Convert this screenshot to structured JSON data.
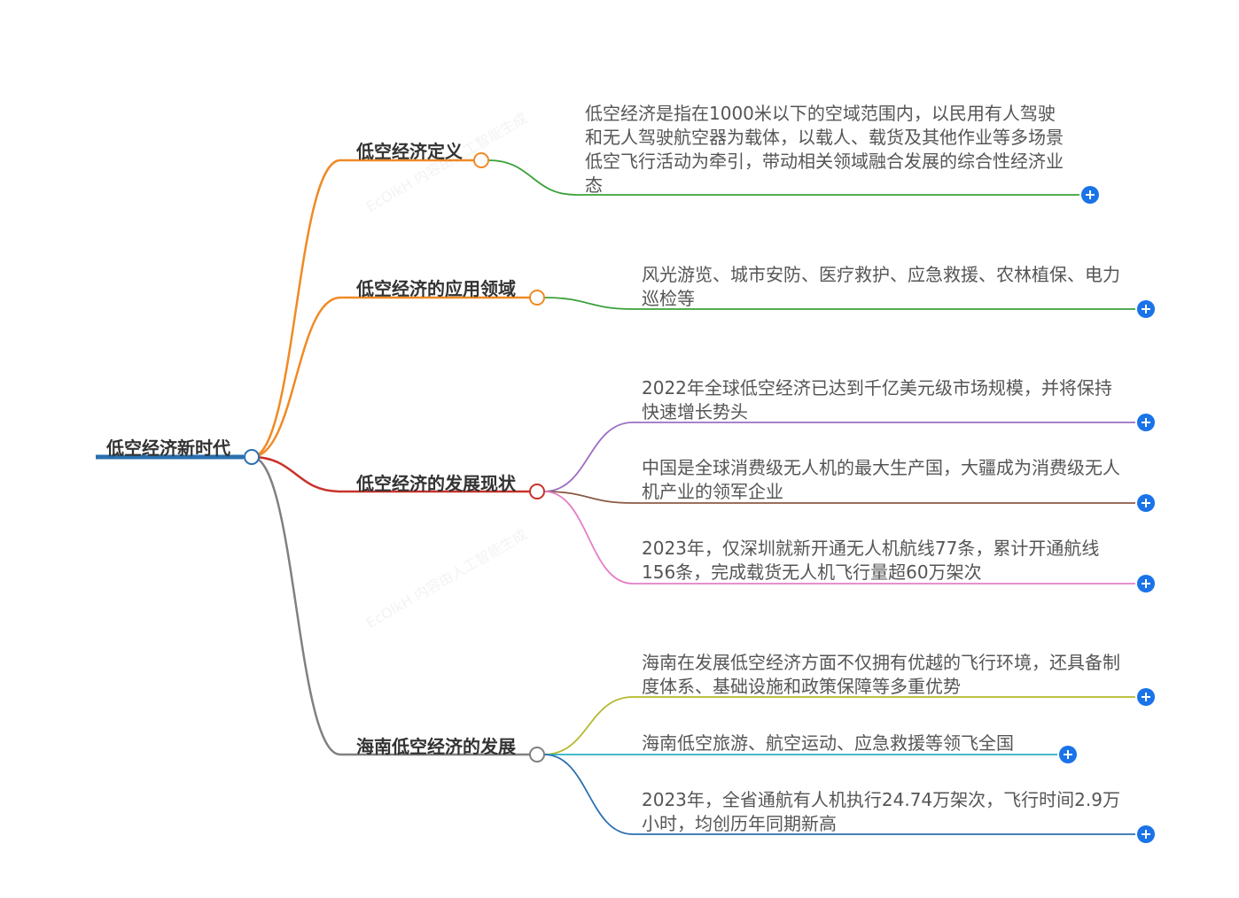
{
  "root": {
    "label": "低空经济新时代"
  },
  "branches": [
    {
      "label": "低空经济定义",
      "color": "#f08a24",
      "children": [
        {
          "text": "低空经济是指在1000米以下的空域范围内，以民用有人驾驶和无人驾驶航空器为载体，以载人、载货及其他作业等多场景低空飞行活动为牵引，带动相关领域融合发展的综合性经济业态",
          "color": "#3aa13a"
        }
      ]
    },
    {
      "label": "低空经济的应用领域",
      "color": "#f08a24",
      "children": [
        {
          "text": "风光游览、城市安防、医疗救护、应急救援、农林植保、电力巡检等",
          "color": "#3aa13a"
        }
      ]
    },
    {
      "label": "低空经济的发展现状",
      "color": "#c8322a",
      "children": [
        {
          "text": "2022年全球低空经济已达到千亿美元级市场规模，并将保持快速增长势头",
          "color": "#9b6fc4"
        },
        {
          "text": "中国是全球消费级无人机的最大生产国，大疆成为消费级无人机产业的领军企业",
          "color": "#8a5a44"
        },
        {
          "text": "2023年，仅深圳就新开通无人机航线77条，累计开通航线156条，完成载货无人机飞行量超60万架次",
          "color": "#e57fc6"
        }
      ]
    },
    {
      "label": "海南低空经济的发展",
      "color": "#808080",
      "children": [
        {
          "text": "海南在发展低空经济方面不仅拥有优越的飞行环境，还具备制度体系、基础设施和政策保障等多重优势",
          "color": "#b5b82a"
        },
        {
          "text": "海南低空旅游、航空运动、应急救援等领飞全国",
          "color": "#27b3c4"
        },
        {
          "text": "2023年，全省通航有人机执行24.74万架次，飞行时间2.9万小时，均创历年同期新高",
          "color": "#2a6fb0"
        }
      ]
    }
  ],
  "colors": {
    "root_line": "#2a6fb0",
    "expand_button": "#1a73e8"
  },
  "icons": {
    "expand": "plus-circle-icon"
  },
  "watermark": "EcOlkH 内容由人工智能生成"
}
